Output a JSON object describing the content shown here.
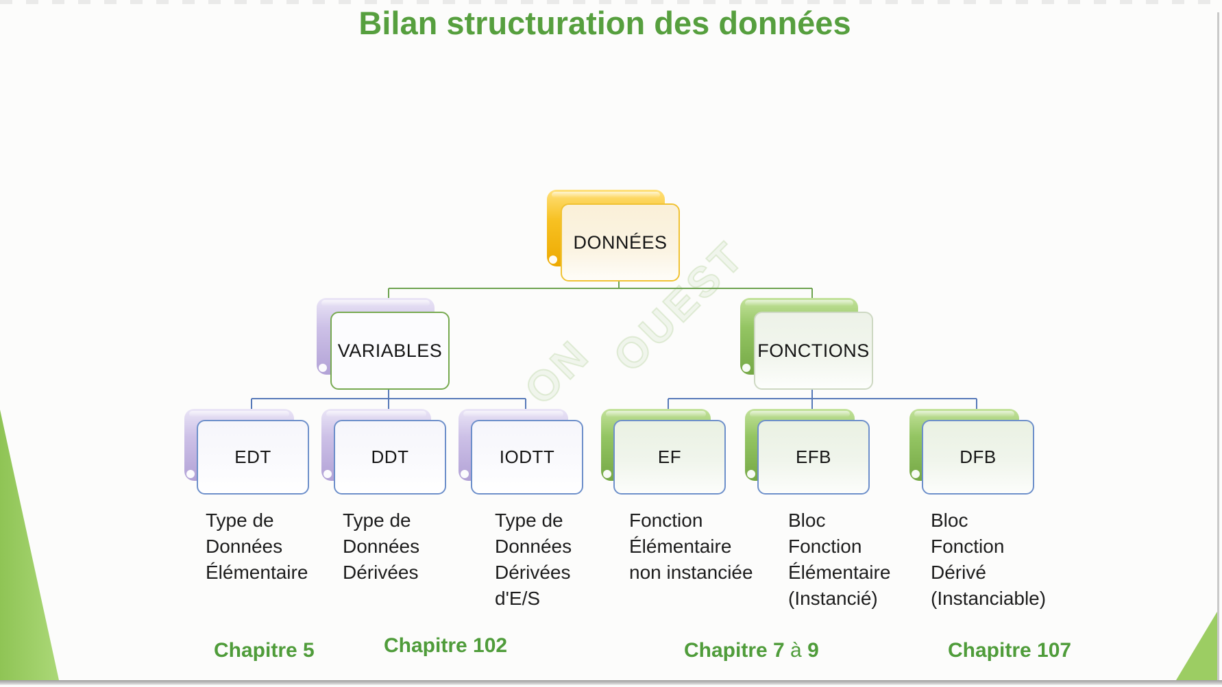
{
  "title": "Bilan structuration des données",
  "watermark": [
    "ON",
    "OUEST"
  ],
  "colors": {
    "title-green": "#569f3e",
    "chapter-green": "#4f9c3a",
    "connector-green": "#6ca24e",
    "connector-blue": "#5578b8",
    "corner-green-dark": "#8fc455",
    "corner-green-light": "#abd877",
    "yellow-accent": "#f2bb16",
    "purple-accent": "#bfb0de",
    "green-accent": "#85bb55"
  },
  "tree": {
    "root": {
      "label": "DONNÉES"
    },
    "branches": [
      {
        "label": "VARIABLES"
      },
      {
        "label": "FONCTIONS"
      }
    ],
    "leaves": [
      {
        "label": "EDT",
        "desc_lines": [
          "Type de",
          "Données",
          "Élémentaire"
        ]
      },
      {
        "label": "DDT",
        "desc_lines": [
          "Type de",
          "Données",
          "Dérivées"
        ]
      },
      {
        "label": "IODTT",
        "desc_lines": [
          "Type de",
          "Données",
          "Dérivées",
          "d'E/S"
        ]
      },
      {
        "label": "EF",
        "desc_lines": [
          "Fonction",
          "Élémentaire",
          "non instanciée"
        ]
      },
      {
        "label": "EFB",
        "desc_lines": [
          "Bloc",
          "Fonction",
          "Élémentaire",
          "(Instancié)"
        ]
      },
      {
        "label": "DFB",
        "desc_lines": [
          "Bloc",
          "Fonction",
          "Dérivé",
          "(Instanciable)"
        ]
      }
    ]
  },
  "chapters": [
    {
      "part1": "Chapitre 5",
      "part2": "",
      "part3": ""
    },
    {
      "part1": "Chapitre 102",
      "part2": "",
      "part3": ""
    },
    {
      "part1": "Chapitre 7 ",
      "part2": "à",
      "part3": " 9"
    },
    {
      "part1": "Chapitre 107",
      "part2": "",
      "part3": ""
    }
  ]
}
